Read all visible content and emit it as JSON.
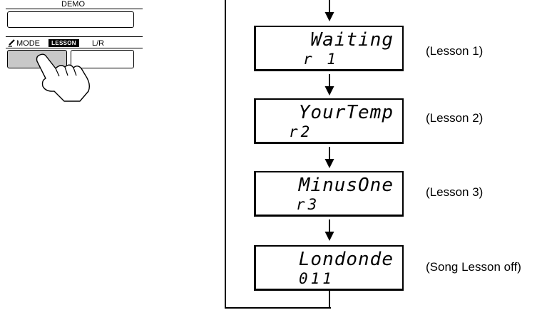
{
  "panel": {
    "demo_label": "DEMO",
    "mode_label": "MODE",
    "lesson_badge": "LESSON",
    "lr_label": "L/R",
    "pressed_button_color": "#c8c8c8"
  },
  "flow": {
    "displays": [
      {
        "line1": "Waiting",
        "line2": "r 1",
        "caption": "(Lesson 1)"
      },
      {
        "line1": "YourTemp",
        "line2": "r2",
        "caption": "(Lesson 2)"
      },
      {
        "line1": "MinusOne",
        "line2": "r3",
        "caption": "(Lesson 3)"
      },
      {
        "line1": "Londonde",
        "line2": "011",
        "caption": "(Song Lesson off)"
      }
    ]
  },
  "icons": {
    "mode_icon": "pencil-icon",
    "hand": "hand-pointer-icon",
    "arrow": "arrow-down-icon"
  }
}
